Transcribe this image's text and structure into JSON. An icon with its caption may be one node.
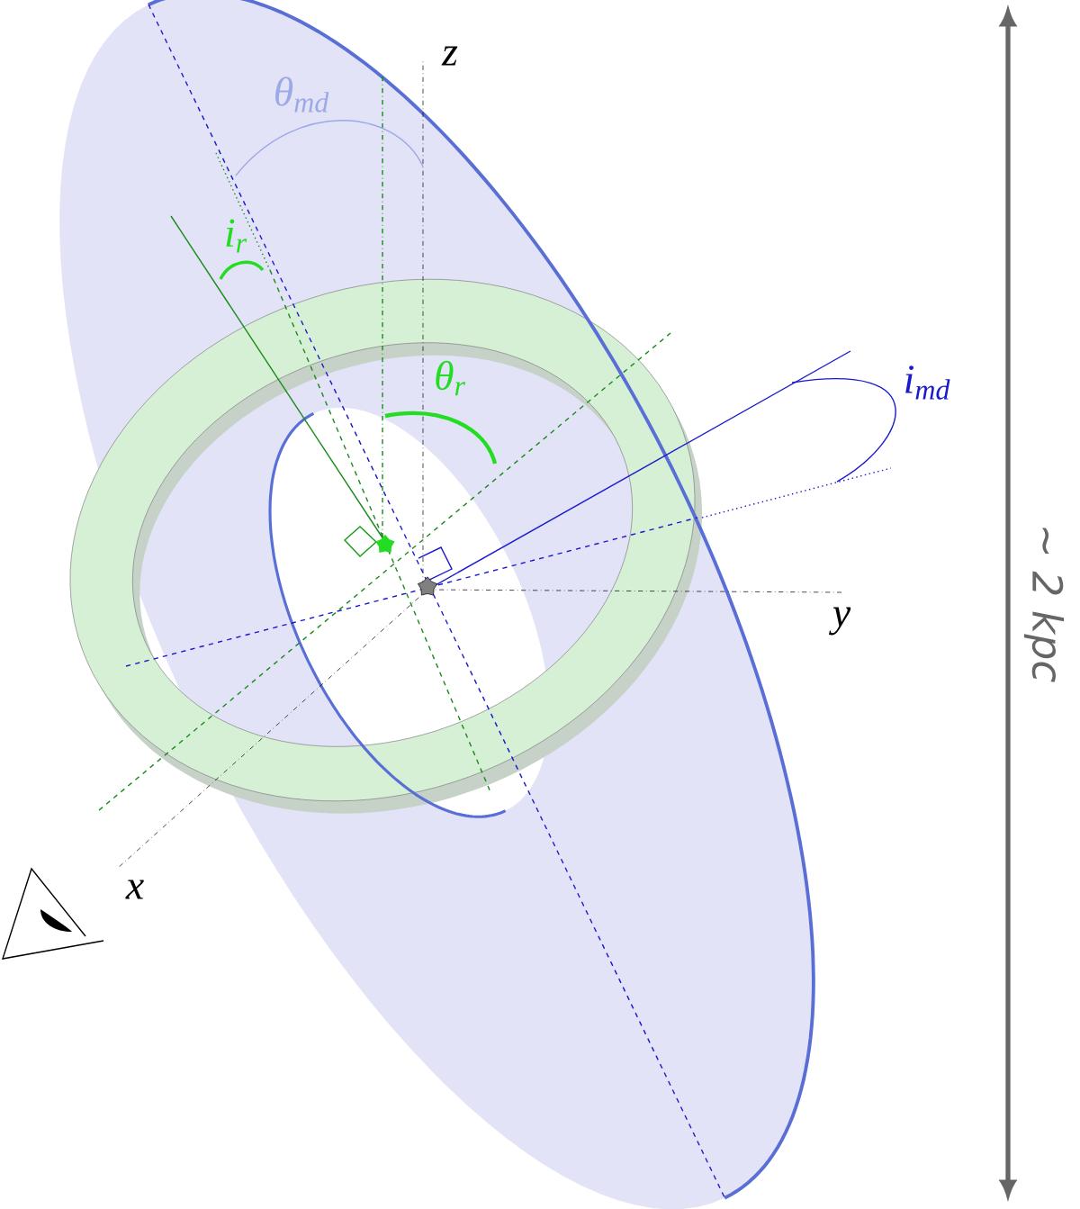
{
  "diagram": {
    "labels": [
      "z",
      "θ$_{md}$",
      "i$_{r}$",
      "θ$_{r}$",
      "i$_{md}$",
      "y",
      "x",
      "~ 2 kpc"
    ]
  }
}
